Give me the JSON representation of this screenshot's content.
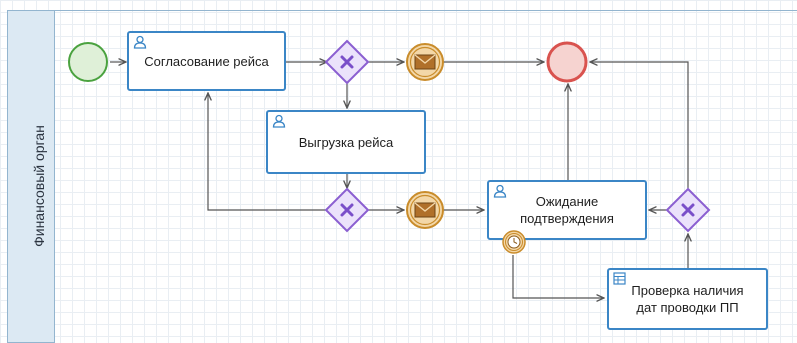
{
  "lane": {
    "label": "Финансовый орган"
  },
  "tasks": {
    "approval": {
      "label": "Согласование рейса",
      "icon": "user-icon"
    },
    "export": {
      "label": "Выгрузка рейса",
      "icon": "user-icon"
    },
    "waiting": {
      "label": "Ожидание\nподтверждения",
      "icon": "user-icon"
    },
    "check": {
      "label": "Проверка наличия\nдат проводки ПП",
      "icon": "table-icon"
    }
  },
  "colors": {
    "task_border": "#3b86c6",
    "start_stroke": "#4aa23f",
    "start_fill": "#dff0d8",
    "end_stroke": "#d9534f",
    "end_fill": "#f6d3d0",
    "gateway_stroke": "#8b5fd1",
    "gateway_fill": "#ebe2fb",
    "message_stroke": "#c98c2b",
    "message_fill": "#f3d7a8",
    "edge": "#555555"
  }
}
